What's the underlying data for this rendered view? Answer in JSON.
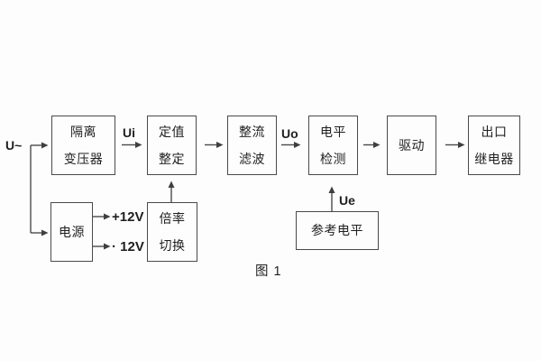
{
  "figure": {
    "caption": "图 1",
    "input_label": "U~",
    "signal_labels": {
      "ui": "Ui",
      "uo": "Uo",
      "ue": "Ue"
    },
    "power_outputs": {
      "positive": "+12V",
      "negative": "· 12V"
    },
    "blocks": {
      "isolation_transformer": [
        "隔离",
        "变压器"
      ],
      "setpoint_adjust": [
        "定值",
        "整定"
      ],
      "rectify_filter": [
        "整流",
        "滤波"
      ],
      "level_detect": [
        "电平",
        "检测"
      ],
      "drive": [
        "驱动"
      ],
      "output_relay": [
        "出口",
        "继电器"
      ],
      "power_supply": [
        "电源"
      ],
      "ratio_switch": [
        "倍率",
        "切换"
      ],
      "reference_level": [
        "参考电平"
      ]
    },
    "colors": {
      "line": "#4a4a4a",
      "text": "#1f1f1f",
      "background": "#fdfdfd"
    }
  }
}
